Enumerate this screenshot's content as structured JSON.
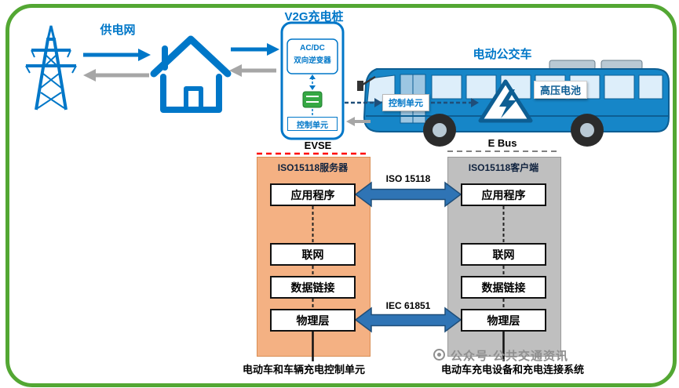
{
  "colors": {
    "frame_green": "#53a733",
    "accent_blue": "#0077c8",
    "navy": "#1f4e79",
    "orange_panel": "#f4b183",
    "gray_panel": "#bfbfbf",
    "protocol_arrow_fill": "#2f74b5",
    "evse_dash_red": "#ff0000",
    "bus_body_blue": "#1686c8"
  },
  "top": {
    "grid_label": "供电网",
    "charger_title": "V2G充电桩",
    "inverter_line1": "AC/DC",
    "inverter_line2": "双向逆变器",
    "charger_control": "控制单元",
    "bus_title": "电动公交车",
    "bus_control": "控制单元",
    "battery_label": "高压电池"
  },
  "protocol": {
    "evse_label": "EVSE",
    "ebus_label": "E Bus",
    "server_title": "ISO15118服务器",
    "client_title": "ISO15118客户端",
    "layers": [
      "应用程序",
      "联网",
      "数据链接",
      "物理层"
    ],
    "arrow_top_label": "ISO 15118",
    "arrow_bottom_label": "IEC 61851",
    "caption_left": "电动车和车辆充电控制单元",
    "caption_right": "电动车充电设备和充电连接系统"
  },
  "watermark": "公众号·公共交通资讯"
}
